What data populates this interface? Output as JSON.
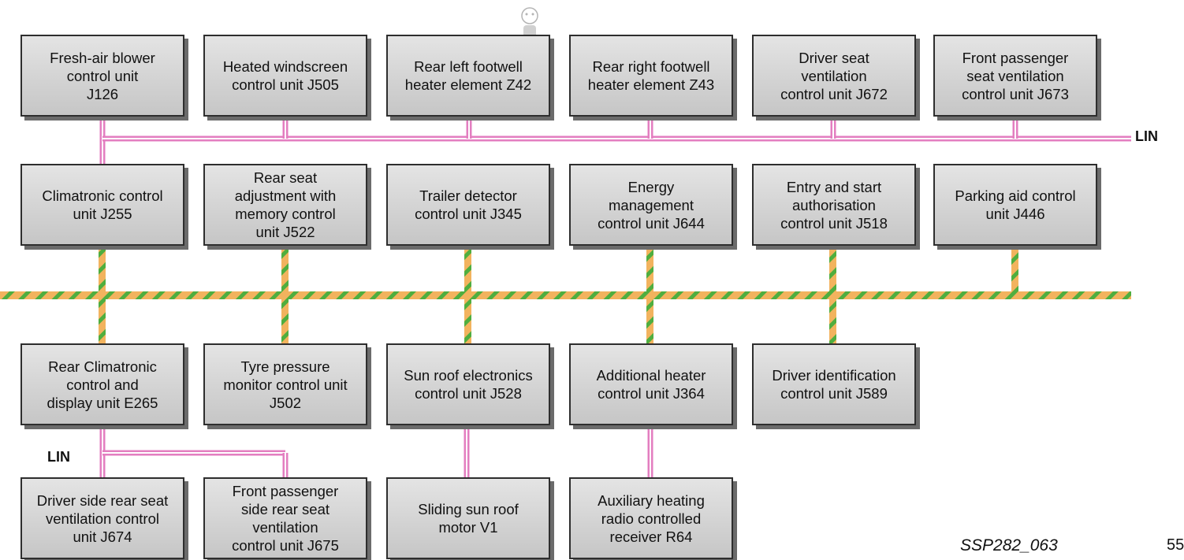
{
  "units_row1": [
    "Fresh-air blower\ncontrol unit\nJ126",
    "Heated windscreen\ncontrol unit J505",
    "Rear left footwell\nheater element Z42",
    "Rear right footwell\nheater element Z43",
    "Driver seat\nventilation\ncontrol unit J672",
    "Front passenger\nseat ventilation\ncontrol unit J673"
  ],
  "units_row2": [
    "Climatronic control\nunit J255",
    "Rear seat\nadjustment with\nmemory control\nunit J522",
    "Trailer detector\ncontrol unit J345",
    "Energy\nmanagement\ncontrol unit J644",
    "Entry and start\nauthorisation\ncontrol unit J518",
    "Parking aid control\nunit J446"
  ],
  "units_row3": [
    "Rear Climatronic\ncontrol and\ndisplay unit E265",
    "Tyre pressure\nmonitor control unit\nJ502",
    "Sun roof electronics\ncontrol unit J528",
    "Additional heater\ncontrol unit J364",
    "Driver identification\ncontrol unit J589"
  ],
  "units_row4": [
    "Driver side rear seat\nventilation control\nunit J674",
    "Front passenger\nside rear seat\nventilation\ncontrol unit J675",
    "Sliding sun roof\nmotor V1",
    "Auxiliary heating\nradio controlled\nreceiver R64"
  ],
  "labels": {
    "lin_top": "LIN",
    "lin_bottom": "LIN",
    "figure_id": "SSP282_063",
    "page_number": "55"
  },
  "colors": {
    "lin_bus": "#e37ec0",
    "can_green": "#4fae3f",
    "can_orange": "#f2b35e"
  }
}
